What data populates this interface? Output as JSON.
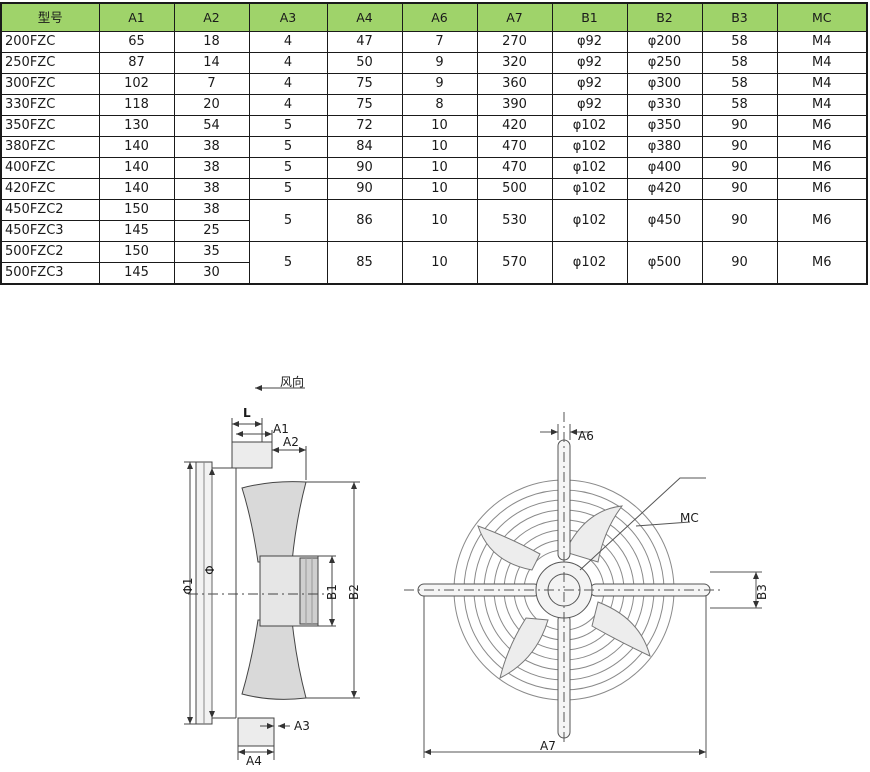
{
  "table": {
    "headers": [
      "型号",
      "A1",
      "A2",
      "A3",
      "A4",
      "A6",
      "A7",
      "B1",
      "B2",
      "B3",
      "MC"
    ],
    "rows": [
      {
        "model": "200FZC",
        "A1": "65",
        "A2": "18",
        "A3": "4",
        "A4": "47",
        "A6": "7",
        "A7": "270",
        "B1": "φ92",
        "B2": "φ200",
        "B3": "58",
        "MC": "M4"
      },
      {
        "model": "250FZC",
        "A1": "87",
        "A2": "14",
        "A3": "4",
        "A4": "50",
        "A6": "9",
        "A7": "320",
        "B1": "φ92",
        "B2": "φ250",
        "B3": "58",
        "MC": "M4"
      },
      {
        "model": "300FZC",
        "A1": "102",
        "A2": "7",
        "A3": "4",
        "A4": "75",
        "A6": "9",
        "A7": "360",
        "B1": "φ92",
        "B2": "φ300",
        "B3": "58",
        "MC": "M4"
      },
      {
        "model": "330FZC",
        "A1": "118",
        "A2": "20",
        "A3": "4",
        "A4": "75",
        "A6": "8",
        "A7": "390",
        "B1": "φ92",
        "B2": "φ330",
        "B3": "58",
        "MC": "M4"
      },
      {
        "model": "350FZC",
        "A1": "130",
        "A2": "54",
        "A3": "5",
        "A4": "72",
        "A6": "10",
        "A7": "420",
        "B1": "φ102",
        "B2": "φ350",
        "B3": "90",
        "MC": "M6"
      },
      {
        "model": "380FZC",
        "A1": "140",
        "A2": "38",
        "A3": "5",
        "A4": "84",
        "A6": "10",
        "A7": "470",
        "B1": "φ102",
        "B2": "φ380",
        "B3": "90",
        "MC": "M6"
      },
      {
        "model": "400FZC",
        "A1": "140",
        "A2": "38",
        "A3": "5",
        "A4": "90",
        "A6": "10",
        "A7": "470",
        "B1": "φ102",
        "B2": "φ400",
        "B3": "90",
        "MC": "M6"
      },
      {
        "model": "420FZC",
        "A1": "140",
        "A2": "38",
        "A3": "5",
        "A4": "90",
        "A6": "10",
        "A7": "500",
        "B1": "φ102",
        "B2": "φ420",
        "B3": "90",
        "MC": "M6"
      }
    ],
    "group_rows": [
      {
        "models": [
          {
            "model": "450FZC2",
            "A1": "150",
            "A2": "38"
          },
          {
            "model": "450FZC3",
            "A1": "145",
            "A2": "25"
          }
        ],
        "A3": "5",
        "A4": "86",
        "A6": "10",
        "A7": "530",
        "B1": "φ102",
        "B2": "φ450",
        "B3": "90",
        "MC": "M6"
      },
      {
        "models": [
          {
            "model": "500FZC2",
            "A1": "150",
            "A2": "35"
          },
          {
            "model": "500FZC3",
            "A1": "145",
            "A2": "30"
          }
        ],
        "A3": "5",
        "A4": "85",
        "A6": "10",
        "A7": "570",
        "B1": "φ102",
        "B2": "φ500",
        "B3": "90",
        "MC": "M6"
      }
    ],
    "header_color": "#9fd36a"
  },
  "side_view": {
    "airflow_label": "风向",
    "labels": {
      "L": "L",
      "A1": "A1",
      "A2": "A2",
      "phi1": "Φ1",
      "phi": "Φ",
      "B1": "B1",
      "B2": "B2",
      "A3": "A3",
      "A4": "A4"
    }
  },
  "front_view": {
    "labels": {
      "A6": "A6",
      "MC": "MC",
      "B3": "B3",
      "A7": "A7"
    }
  }
}
